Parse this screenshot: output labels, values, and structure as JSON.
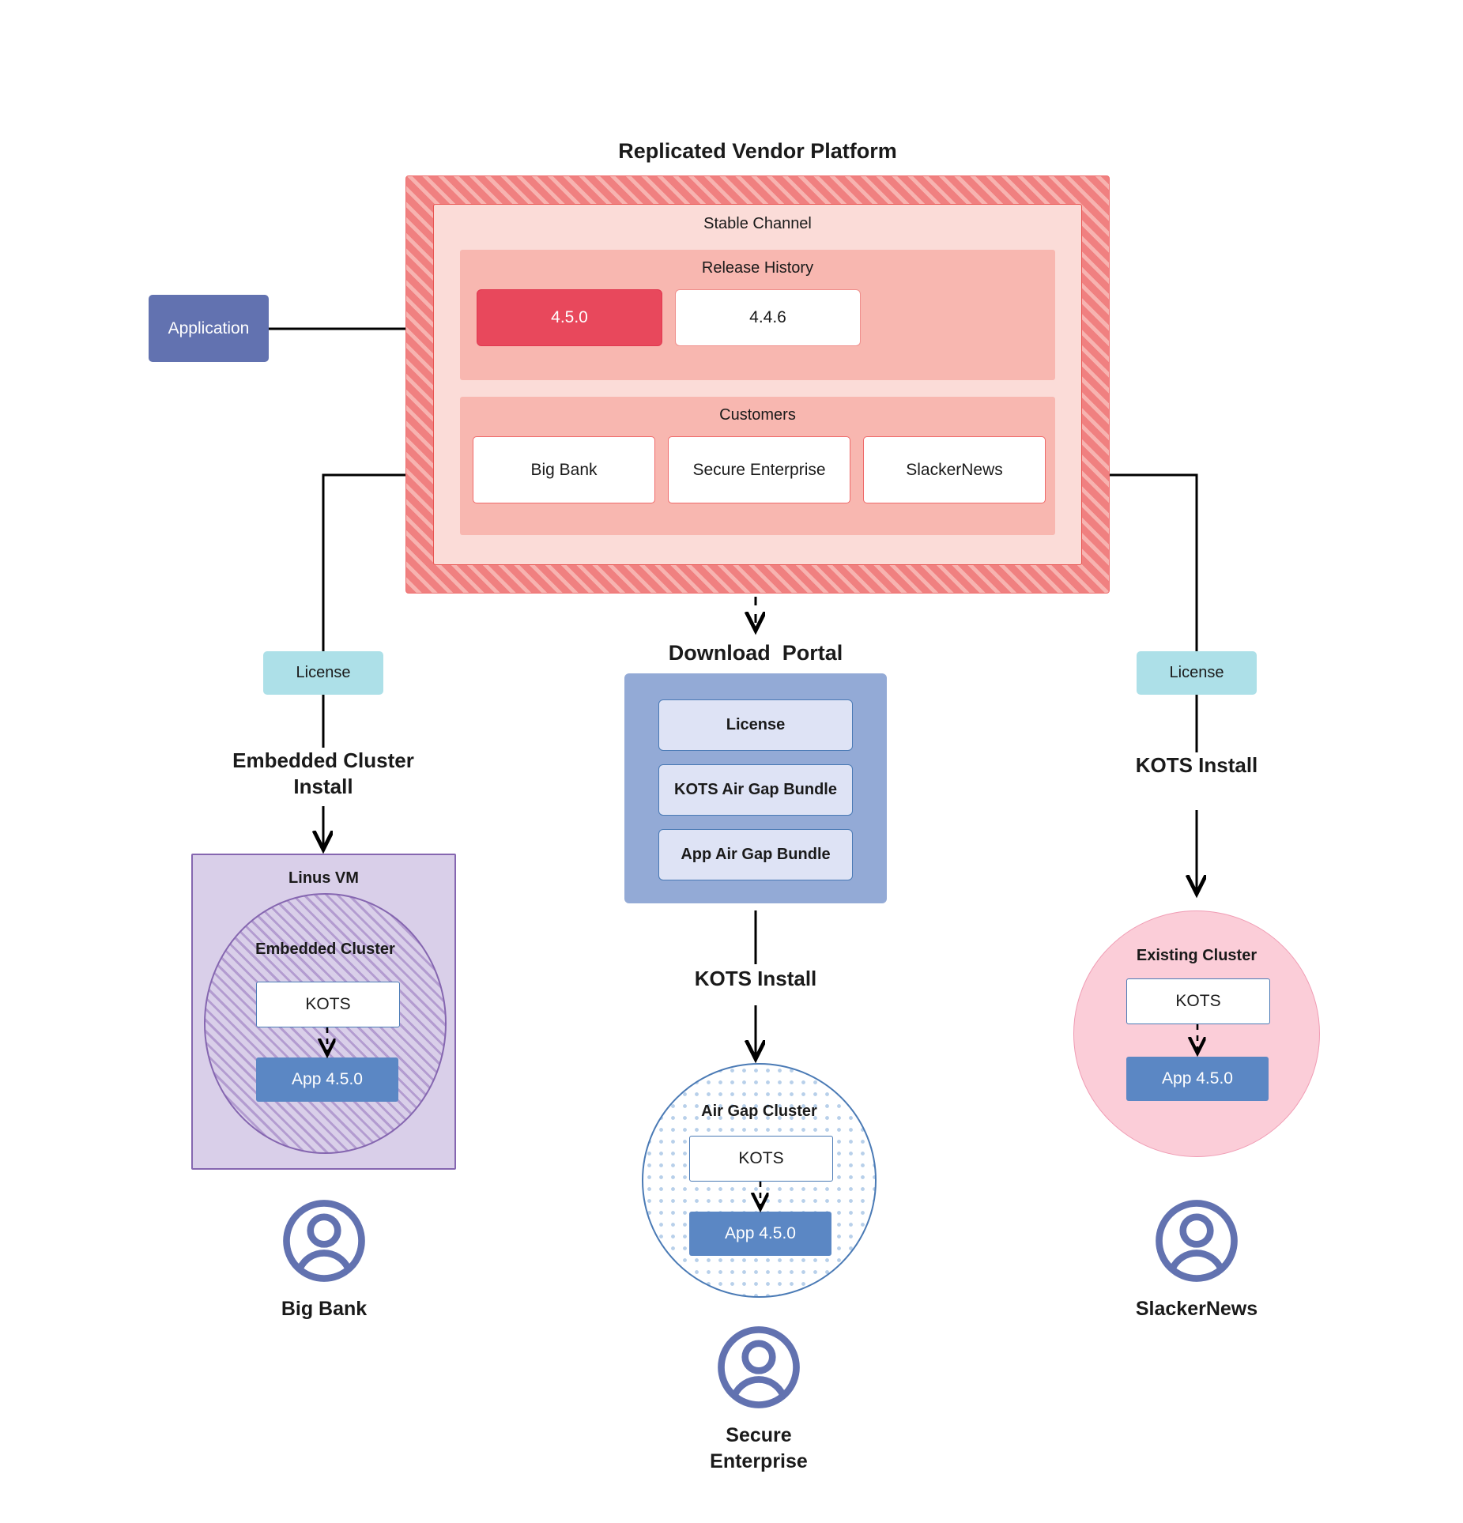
{
  "diagram": {
    "title": "Replicated Vendor Platform"
  },
  "application": {
    "label": "Application"
  },
  "vendor_platform": {
    "channel_title": "Stable Channel",
    "release_history": {
      "title": "Release History",
      "releases": [
        {
          "version": "4.5.0",
          "state": "current"
        },
        {
          "version": "4.4.6",
          "state": "previous"
        }
      ]
    },
    "customers": {
      "title": "Customers",
      "items": [
        {
          "name": "Big Bank"
        },
        {
          "name": "Secure\nEnterprise"
        },
        {
          "name": "SlackerNews"
        }
      ]
    }
  },
  "branches": {
    "left": {
      "license_label": "License",
      "install_label": "Embedded Cluster\nInstall"
    },
    "center": {
      "portal_title": "Download  Portal",
      "portal_items": [
        "License",
        "KOTS Air Gap Bundle",
        "App Air Gap Bundle"
      ],
      "install_label": "KOTS Install"
    },
    "right": {
      "license_label": "License",
      "install_label": "KOTS Install"
    }
  },
  "targets": {
    "linus_vm": {
      "host_label": "Linus VM",
      "cluster_label": "Embedded Cluster",
      "kots_label": "KOTS",
      "app_label": "App 4.5.0"
    },
    "air_gap": {
      "cluster_label": "Air Gap Cluster",
      "kots_label": "KOTS",
      "app_label": "App 4.5.0"
    },
    "existing": {
      "cluster_label": "Existing Cluster",
      "kots_label": "KOTS",
      "app_label": "App 4.5.0"
    }
  },
  "personas": [
    {
      "name": "Big Bank"
    },
    {
      "name": "Secure\nEnterprise"
    },
    {
      "name": "SlackerNews"
    }
  ],
  "colors": {
    "platform_hatch": "#f08080",
    "channel_bg": "#fbdcd8",
    "panel_bg": "#f8b7b0",
    "current_release": "#e8485c",
    "application": "#6272b0",
    "license": "#ade0e8",
    "portal_bg": "#93aad6",
    "portal_item": "#dee3f5",
    "vm_purple": "#d9cfe9",
    "cluster_pink": "#fbcdd8",
    "app_blue": "#5b87c4",
    "persona": "#6272b0"
  }
}
